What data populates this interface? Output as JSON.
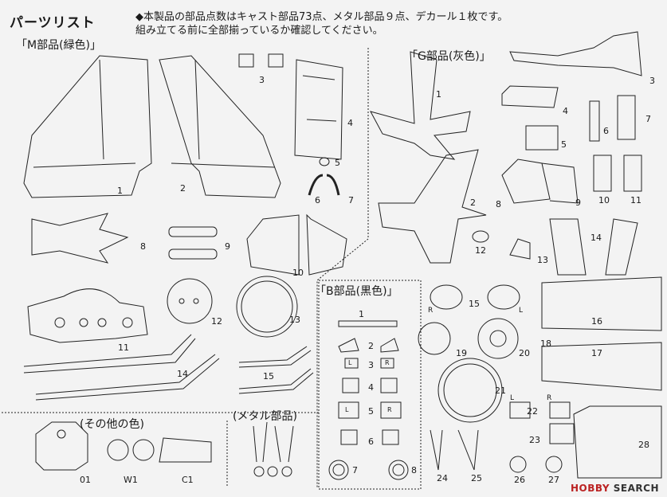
{
  "header": {
    "title": "パーツリスト",
    "note_line1": "◆本製品の部品点数はキャスト部品73点、メタル部品９点、デカール１枚です。",
    "note_line2": "組み立てる前に全部揃っているか確認してください。"
  },
  "sections": {
    "m": "「M部品(緑色)」",
    "g": "「G部品(灰色)」",
    "b": "「B部品(黒色)」",
    "other": "(その他の色)",
    "metal": "(メタル部品)"
  },
  "labels": {
    "m": [
      "1",
      "2",
      "3",
      "4",
      "5",
      "6",
      "7",
      "8",
      "9",
      "10",
      "11",
      "12",
      "13",
      "14",
      "15"
    ],
    "g": [
      "1",
      "2",
      "3",
      "4",
      "5",
      "6",
      "7",
      "8",
      "9",
      "10",
      "11",
      "12",
      "13",
      "14",
      "15",
      "16",
      "17",
      "18",
      "19",
      "20",
      "21",
      "22",
      "23",
      "24",
      "25",
      "26",
      "27",
      "28"
    ],
    "g_lr": [
      "R",
      "L",
      "L",
      "R"
    ],
    "b": [
      "1",
      "2",
      "3",
      "4",
      "5",
      "6",
      "7",
      "8"
    ],
    "b_lr": [
      "L",
      "R",
      "L",
      "R"
    ],
    "other": [
      "01",
      "W1",
      "C1"
    ]
  },
  "watermark": {
    "brand": "HOBBY",
    "suffix": "SEARCH"
  }
}
